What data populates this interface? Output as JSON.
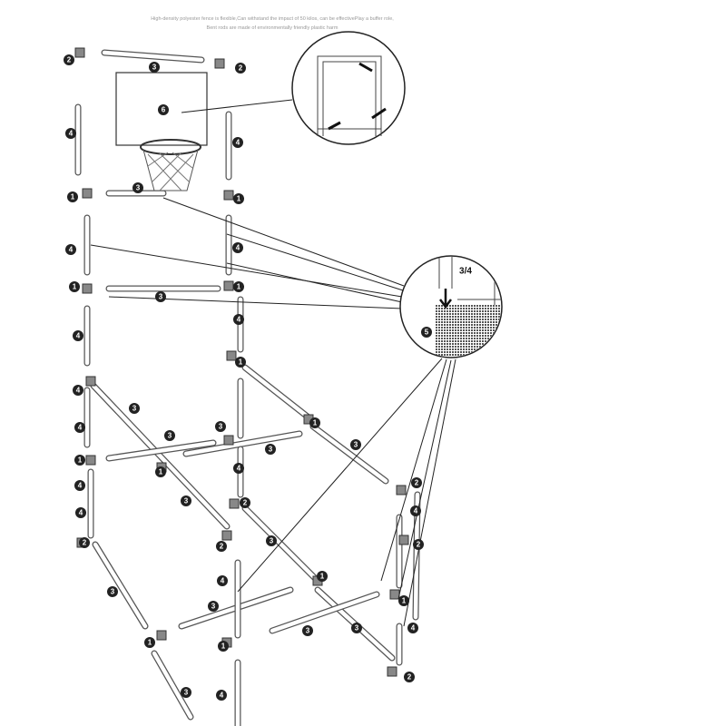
{
  "caption": {
    "line1": "High-density polyester fence is flexible,Can withstand the impact of 50 kilos, can be effectivePlay a buffer role,",
    "line2": "Bent rods are made of environmentally friendly plastic harm"
  },
  "part_labels": [
    "2",
    "3",
    "2",
    "6",
    "4",
    "4",
    "1",
    "3",
    "1",
    "4",
    "4",
    "1",
    "3",
    "1",
    "4",
    "4",
    "1",
    "4",
    "3",
    "1",
    "4",
    "3",
    "3",
    "1",
    "3",
    "3",
    "1",
    "4",
    "2",
    "4",
    "3",
    "2",
    "4",
    "4",
    "2",
    "2",
    "3",
    "2",
    "1",
    "4",
    "3",
    "1",
    "3",
    "3",
    "3",
    "4",
    "1",
    "1",
    "2",
    "4",
    "3"
  ],
  "detail_labels": {
    "net": "5",
    "rod": "3/4"
  }
}
